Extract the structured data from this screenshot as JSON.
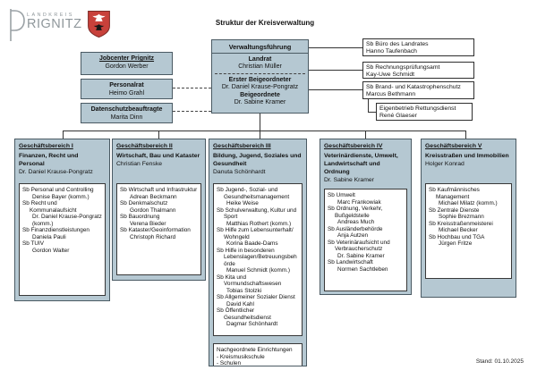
{
  "page": {
    "title": "Struktur der Kreisverwaltung",
    "stand": "Stand: 01.10.2025"
  },
  "logo": {
    "wordmark_top": "LANDKREIS",
    "wordmark_bottom": "RIGNITZ",
    "initial": "P"
  },
  "colors": {
    "box_fill": "#b5c8d2",
    "box_border": "#4a5a63",
    "crest_red": "#c8413b",
    "line": "#333333"
  },
  "left_boxes": [
    {
      "title": "Jobcenter Prignitz",
      "person": "Gordon Werber"
    },
    {
      "title": "Personalrat",
      "person": "Heimo Grahl"
    },
    {
      "title": "Datenschutzbeauftragte",
      "person": "Marita Dinn"
    }
  ],
  "leadership": {
    "header": "Verwaltungsführung",
    "landrat_role": "Landrat",
    "landrat_name": "Christian Müller",
    "deputy1_role": "Erster Beigeordneter",
    "deputy1_name": "Dr. Daniel Krause-Pongratz",
    "deputy2_role": "Beigeordnete",
    "deputy2_name": "Dr. Sabine Kramer"
  },
  "staff_boxes": [
    {
      "title": "Sb Büro des Landrates",
      "person": "Hanno Taufenbach"
    },
    {
      "title": "Sb Rechnungsprüfungsamt",
      "person": "Kay-Uwe Schmidt"
    },
    {
      "title": "Sb Brand- und Katastrophenschutz",
      "person": "Marcus Bethmann"
    },
    {
      "title": "Eigenbetrieb Rettungsdienst",
      "person": "René Glaeser"
    }
  ],
  "departments": [
    {
      "id": "Geschäftsbereich I",
      "title": "Finanzen, Recht und Personal",
      "head": "Dr. Daniel Krause-Pongratz",
      "units": [
        {
          "name": "Sb Personal und Controlling",
          "person": "Denise Bayer (komm.)"
        },
        {
          "name": "Sb Recht und Kommunalaufsicht",
          "person": "Dr. Daniel Krause-Pongratz (komm.)"
        },
        {
          "name": "Sb Finanzdienstleistungen",
          "person": "Daniela Pauli"
        },
        {
          "name": "Sb TUIV",
          "person": "Gordon Walter"
        }
      ]
    },
    {
      "id": "Geschäftsbereich II",
      "title": "Wirtschaft, Bau und Kataster",
      "head": "Christian Fenske",
      "units": [
        {
          "name": "Sb Wirtschaft und Infrastruktur",
          "person": "Adrean Beckmann"
        },
        {
          "name": "Sb Denkmalschutz",
          "person": "Gordon Thalmann"
        },
        {
          "name": "Sb Bauordnung",
          "person": "Verena Bieder"
        },
        {
          "name": "Sb Kataster/Geoinformation",
          "person": "Christoph Richard"
        }
      ]
    },
    {
      "id": "Geschäftsbereich III",
      "title": "Bildung, Jugend, Soziales und Gesundheit",
      "head": "Danuta Schönhardt",
      "units": [
        {
          "name": "Sb Jugend-, Sozial- und Gesundheitsmanagement",
          "person": "Heike Weise"
        },
        {
          "name": "Sb Schulverwaltung, Kultur und Sport",
          "person": "Matthias Rothert (komm.)"
        },
        {
          "name": "Sb Hilfe zum Lebensunterhalt/ Wohngeld",
          "person": "Korina Baade-Dams"
        },
        {
          "name": "Sb Hilfe in besonderen Lebenslagen/Betreuungsbehörde",
          "person": "Manuel Schmidt (komm.)"
        },
        {
          "name": "Sb Kita und Vormundschaftswesen",
          "person": "Tobias Stolzki"
        },
        {
          "name": "Sb Allgemeiner Sozialer Dienst",
          "person": "David Kahl"
        },
        {
          "name": "Sb Öffentlicher Gesundheitsdienst",
          "person": "Dagmar Schönhardt"
        }
      ],
      "sub_box": {
        "title": "Nachgeordnete Einrichtungen",
        "items": [
          "- Kreismusikschule",
          "- Schulen"
        ]
      }
    },
    {
      "id": "Geschäftsbereich IV",
      "title": "Veterinärdienste, Umwelt, Landwirtschaft und Ordnung",
      "head": "Dr. Sabine Kramer",
      "units": [
        {
          "name": "Sb Umwelt",
          "person": "Marc Frankowiak"
        },
        {
          "name": "Sb Ordnung, Verkehr, Bußgeldstelle",
          "person": "Andreas Much"
        },
        {
          "name": "Sb Ausländerbehörde",
          "person": "Anja Autzen"
        },
        {
          "name": "Sb Veterinäraufsicht und Verbraucherschutz",
          "person": "Dr. Sabine Kramer"
        },
        {
          "name": "Sb Landwirtschaft",
          "person": "Normen Sachtleben"
        }
      ]
    },
    {
      "id": "Geschäftsbereich V",
      "title": "Kreisstraßen und Immobilien",
      "head": "Holger Konrad",
      "units": [
        {
          "name": "Sb Kaufmännisches Management",
          "person": "Michael Milatz (komm.)"
        },
        {
          "name": "Sb Zentrale Dienste",
          "person": "Sophie Brezmann"
        },
        {
          "name": "Sb Kreisstraßenmeisterei",
          "person": "Michael Becker"
        },
        {
          "name": "Sb Hochbau und TGA",
          "person": "Jürgen Fritze"
        }
      ]
    }
  ]
}
